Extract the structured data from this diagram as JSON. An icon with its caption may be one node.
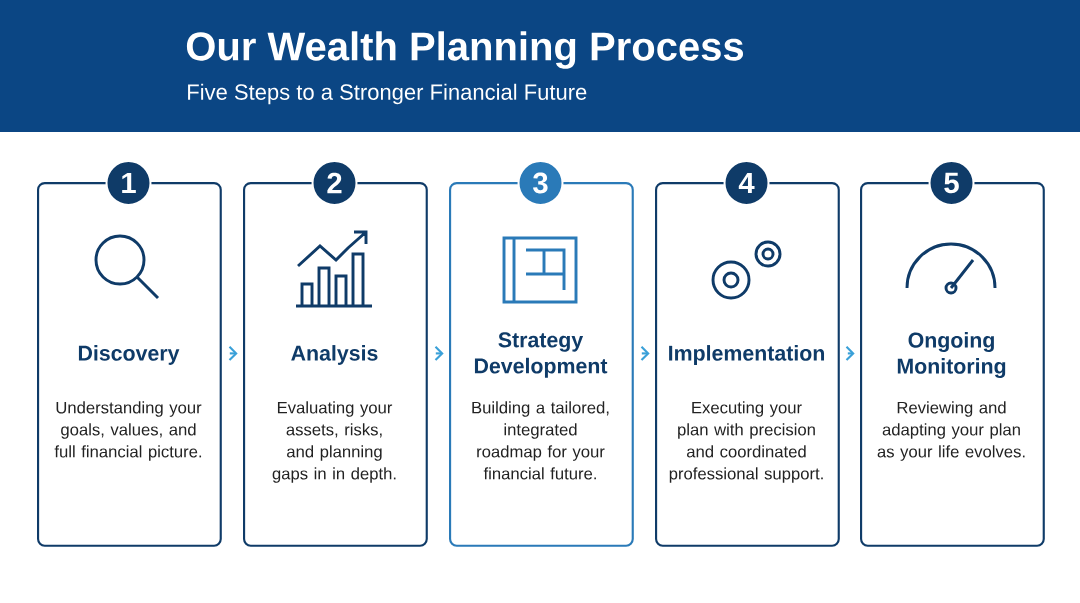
{
  "diagram": {
    "title": "Our Wealth Planning Process",
    "nodes": [
      {
        "text": [
          "1",
          "Discovery",
          "Understanding your goals, values, and full financial picture."
        ]
      },
      {
        "text": [
          "2",
          "Analysis",
          "Evaluating your assets, risks, and planning gaps in in depth."
        ]
      },
      {
        "text": [
          "3",
          "Strategy Development",
          "Building a tailored, integrated roadmap for your financial future."
        ]
      },
      {
        "text": [
          "4",
          "Implementation",
          "Executing your plan with precision and coordinated professional support."
        ]
      },
      {
        "text": [
          "5",
          "Ongoing Monitoring",
          "Reviewing and adapting your plan as your life evolves."
        ]
      }
    ],
    "edges": [
      {
        "from": 0,
        "to": 1,
        "arrow": "to"
      },
      {
        "from": 1,
        "to": 2,
        "arrow": "to"
      },
      {
        "from": 2,
        "to": 3,
        "arrow": "to"
      },
      {
        "from": 3,
        "to": 4,
        "arrow": "to"
      }
    ],
    "labels": [
      "Five Steps to a Stronger Financial Future"
    ]
  }
}
